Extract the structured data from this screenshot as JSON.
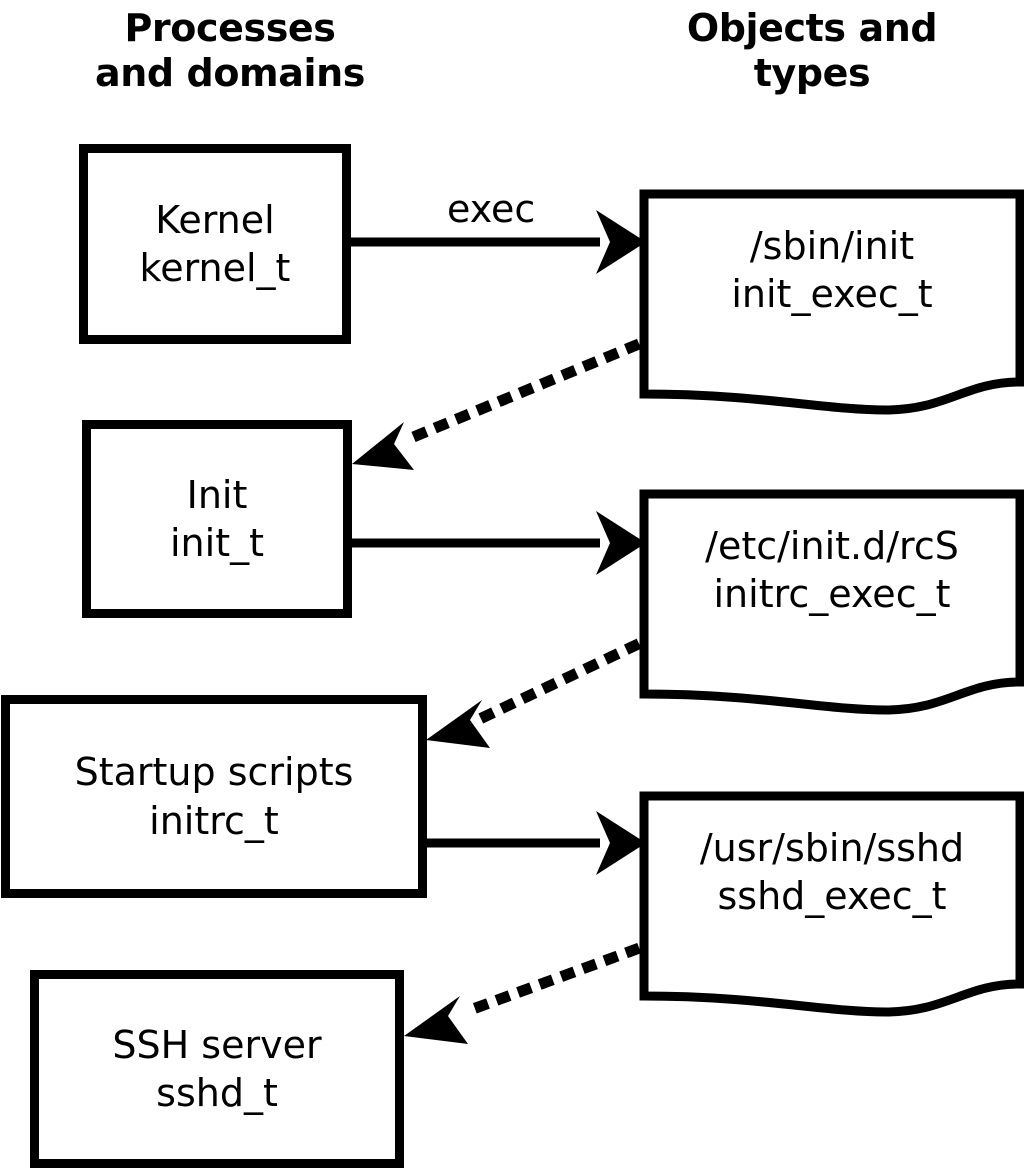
{
  "headers": {
    "left": "Processes\nand domains",
    "right": "Objects and\ntypes"
  },
  "colors": {
    "stroke": "#000000",
    "fill": "#ffffff",
    "background": "#ffffff"
  },
  "processes": [
    {
      "id": "kernel",
      "line1": "Kernel",
      "line2": "kernel_t"
    },
    {
      "id": "init",
      "line1": "Init",
      "line2": "init_t"
    },
    {
      "id": "initrc",
      "line1": "Startup scripts",
      "line2": "initrc_t"
    },
    {
      "id": "sshd",
      "line1": "SSH server",
      "line2": "sshd_t"
    }
  ],
  "objects": [
    {
      "id": "init-exec",
      "line1": "/sbin/init",
      "line2": "init_exec_t"
    },
    {
      "id": "initrc-exec",
      "line1": "/etc/init.d/rcS",
      "line2": "initrc_exec_t"
    },
    {
      "id": "sshd-exec",
      "line1": "/usr/sbin/sshd",
      "line2": "sshd_exec_t"
    }
  ],
  "edges": [
    {
      "id": "kernel-exec-init",
      "from": "kernel",
      "to": "init-exec",
      "style": "solid",
      "label": "exec"
    },
    {
      "id": "init-exec-transition",
      "from": "init-exec",
      "to": "init",
      "style": "dotted",
      "label": ""
    },
    {
      "id": "init-exec-initrc",
      "from": "init",
      "to": "initrc-exec",
      "style": "solid",
      "label": ""
    },
    {
      "id": "initrc-exec-transition",
      "from": "initrc-exec",
      "to": "initrc",
      "style": "dotted",
      "label": ""
    },
    {
      "id": "initrc-exec-sshd",
      "from": "initrc",
      "to": "sshd-exec",
      "style": "solid",
      "label": ""
    },
    {
      "id": "sshd-exec-transition",
      "from": "sshd-exec",
      "to": "sshd",
      "style": "dotted",
      "label": ""
    }
  ]
}
